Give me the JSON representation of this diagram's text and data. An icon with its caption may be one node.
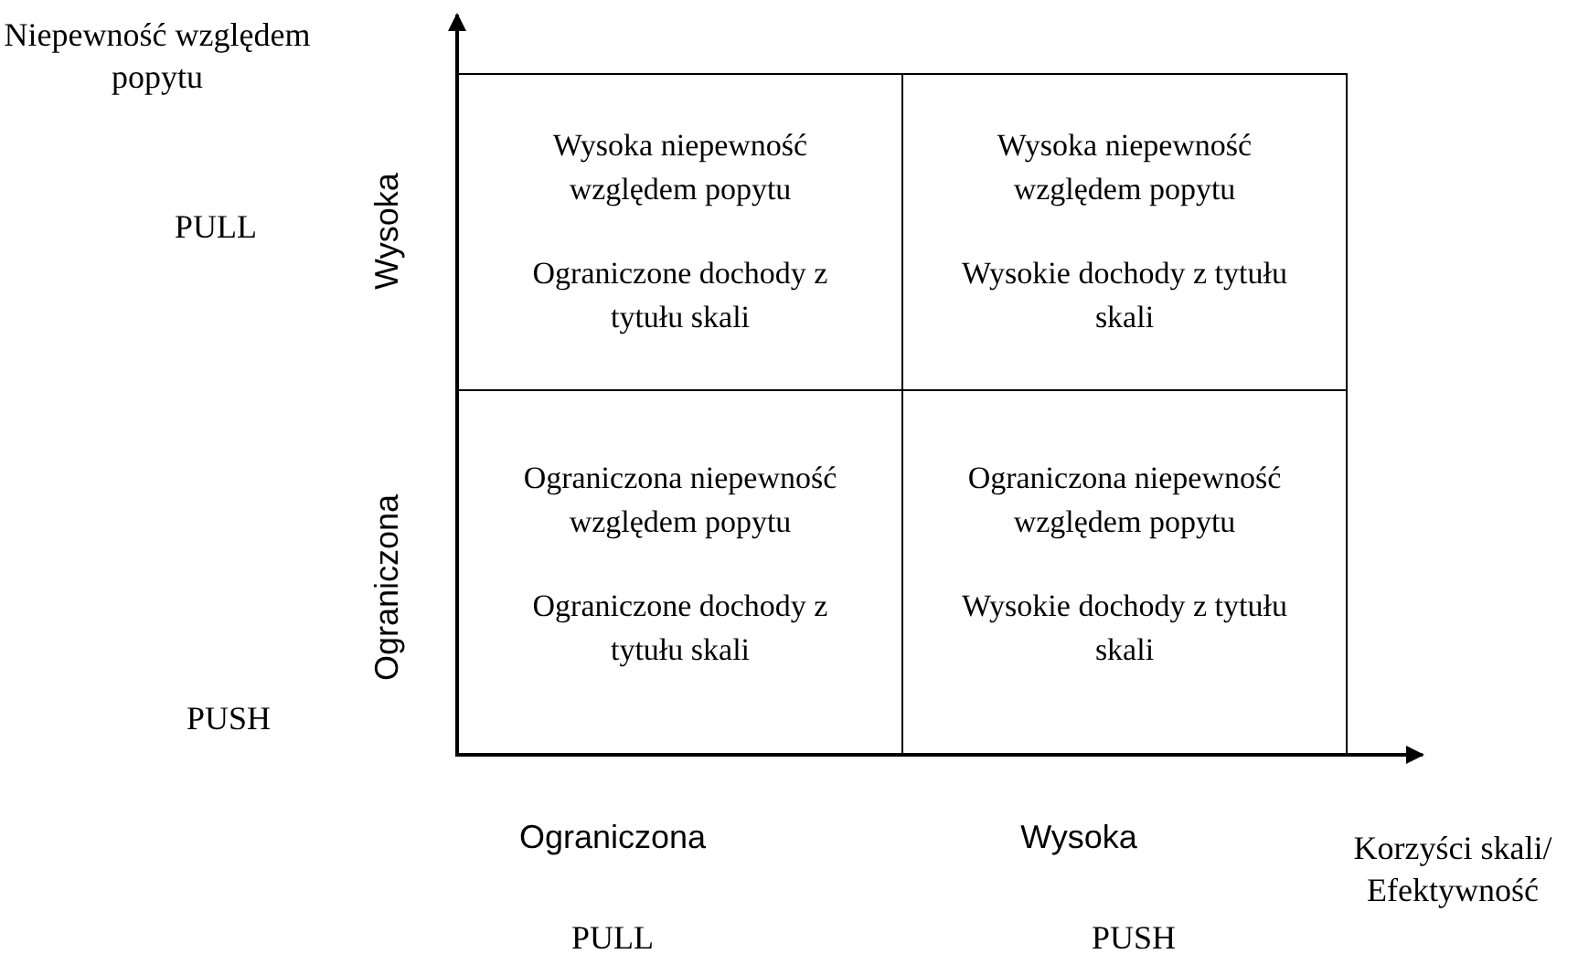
{
  "diagram": {
    "nodes": [
      {
        "text": [
          "Wysoka niepewność względem popytu",
          "Ograniczone dochody z tytułu skali"
        ]
      },
      {
        "text": [
          "Wysoka niepewność względem popytu",
          "Wysokie dochody z tytułu skali"
        ]
      },
      {
        "text": [
          "Ograniczona niepewność względem popytu",
          "Ograniczone dochody z tytułu skali"
        ]
      },
      {
        "text": [
          "Ograniczona niepewność względem popytu",
          "Wysokie dochody z tytułu skali"
        ]
      }
    ],
    "labels": [
      "Niepewność względem popytu",
      "PULL",
      "Wysoka",
      "Ograniczona",
      "PUSH",
      "Ograniczona",
      "Wysoka",
      "Korzyści skali/ Efektywność",
      "PULL",
      "PUSH"
    ]
  }
}
